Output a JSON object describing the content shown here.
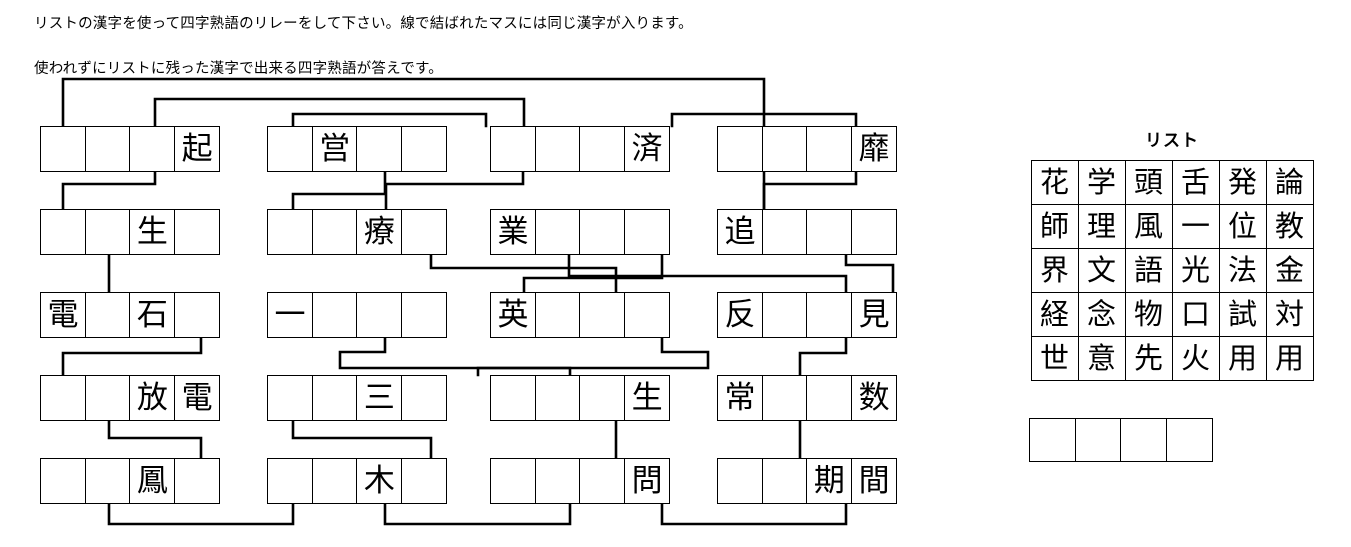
{
  "instructions": {
    "line1": "リストの漢字を使って四字熟語のリレーをして下さい。線で結ばれたマスには同じ漢字が入ります。",
    "line2": "使われずにリストに残った漢字で出来る四字熟語が答えです。"
  },
  "colors": {
    "ink": "#000000",
    "paper": "#ffffff"
  },
  "puzzle": {
    "rows": [
      {
        "blocks": [
          {
            "cells": [
              "",
              "",
              "",
              "起"
            ]
          },
          {
            "cells": [
              "",
              "営",
              "",
              ""
            ]
          },
          {
            "cells": [
              "",
              "",
              "",
              "済"
            ]
          },
          {
            "cells": [
              "",
              "",
              "",
              "靡"
            ]
          }
        ]
      },
      {
        "blocks": [
          {
            "cells": [
              "",
              "",
              "生",
              ""
            ]
          },
          {
            "cells": [
              "",
              "",
              "療",
              ""
            ]
          },
          {
            "cells": [
              "業",
              "",
              "",
              ""
            ]
          },
          {
            "cells": [
              "追",
              "",
              "",
              ""
            ]
          }
        ]
      },
      {
        "blocks": [
          {
            "cells": [
              "電",
              "",
              "石",
              ""
            ]
          },
          {
            "cells": [
              "一",
              "",
              "",
              ""
            ]
          },
          {
            "cells": [
              "英",
              "",
              "",
              ""
            ]
          },
          {
            "cells": [
              "反",
              "",
              "",
              "見"
            ]
          }
        ]
      },
      {
        "blocks": [
          {
            "cells": [
              "",
              "",
              "放",
              "電"
            ]
          },
          {
            "cells": [
              "",
              "",
              "三",
              ""
            ]
          },
          {
            "cells": [
              "",
              "",
              "",
              "生"
            ]
          },
          {
            "cells": [
              "常",
              "",
              "",
              "数"
            ]
          }
        ]
      },
      {
        "blocks": [
          {
            "cells": [
              "",
              "",
              "鳳",
              ""
            ]
          },
          {
            "cells": [
              "",
              "",
              "木",
              ""
            ]
          },
          {
            "cells": [
              "",
              "",
              "",
              "問"
            ]
          },
          {
            "cells": [
              "",
              "",
              "期",
              "間"
            ]
          }
        ]
      }
    ]
  },
  "list": {
    "title": "リスト",
    "grid": [
      [
        "花",
        "学",
        "頭",
        "舌",
        "発",
        "論"
      ],
      [
        "師",
        "理",
        "風",
        "一",
        "位",
        "教"
      ],
      [
        "界",
        "文",
        "語",
        "光",
        "法",
        "金"
      ],
      [
        "経",
        "念",
        "物",
        "口",
        "試",
        "対"
      ],
      [
        "世",
        "意",
        "先",
        "火",
        "用",
        "用"
      ]
    ]
  },
  "answer": {
    "cells": [
      "",
      "",
      "",
      ""
    ]
  }
}
